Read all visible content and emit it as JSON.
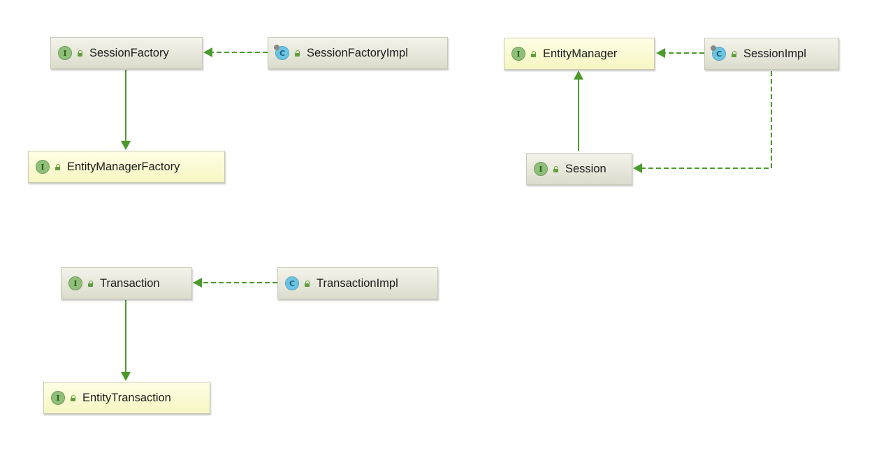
{
  "diagram": {
    "nodes": {
      "session_factory": {
        "label": "SessionFactory",
        "kind": "interface",
        "kind_letter": "I"
      },
      "session_factory_impl": {
        "label": "SessionFactoryImpl",
        "kind": "class",
        "kind_letter": "C"
      },
      "entity_manager_factory": {
        "label": "EntityManagerFactory",
        "kind": "interface",
        "kind_letter": "I"
      },
      "entity_manager": {
        "label": "EntityManager",
        "kind": "interface",
        "kind_letter": "I"
      },
      "session_impl": {
        "label": "SessionImpl",
        "kind": "class",
        "kind_letter": "C"
      },
      "session": {
        "label": "Session",
        "kind": "interface",
        "kind_letter": "I"
      },
      "transaction": {
        "label": "Transaction",
        "kind": "interface",
        "kind_letter": "I"
      },
      "transaction_impl": {
        "label": "TransactionImpl",
        "kind": "class",
        "kind_letter": "C"
      },
      "entity_transaction": {
        "label": "EntityTransaction",
        "kind": "interface",
        "kind_letter": "I"
      }
    },
    "edges": [
      {
        "from": "session_factory_impl",
        "to": "session_factory",
        "type": "implements",
        "style": "dashed"
      },
      {
        "from": "session_factory",
        "to": "entity_manager_factory",
        "type": "extends",
        "style": "solid"
      },
      {
        "from": "session_impl",
        "to": "entity_manager",
        "type": "implements",
        "style": "dashed"
      },
      {
        "from": "session_impl",
        "to": "session",
        "type": "implements",
        "style": "dashed"
      },
      {
        "from": "session",
        "to": "entity_manager",
        "type": "extends",
        "style": "solid"
      },
      {
        "from": "transaction_impl",
        "to": "transaction",
        "type": "implements",
        "style": "dashed"
      },
      {
        "from": "transaction",
        "to": "entity_transaction",
        "type": "extends",
        "style": "solid"
      }
    ],
    "colors": {
      "edge": "#4b9a2c",
      "interface_badge": "#8fbf78",
      "class_badge": "#6dc4e2",
      "node_gray": "#e6e6da",
      "node_yellow": "#fbfbd0"
    }
  }
}
